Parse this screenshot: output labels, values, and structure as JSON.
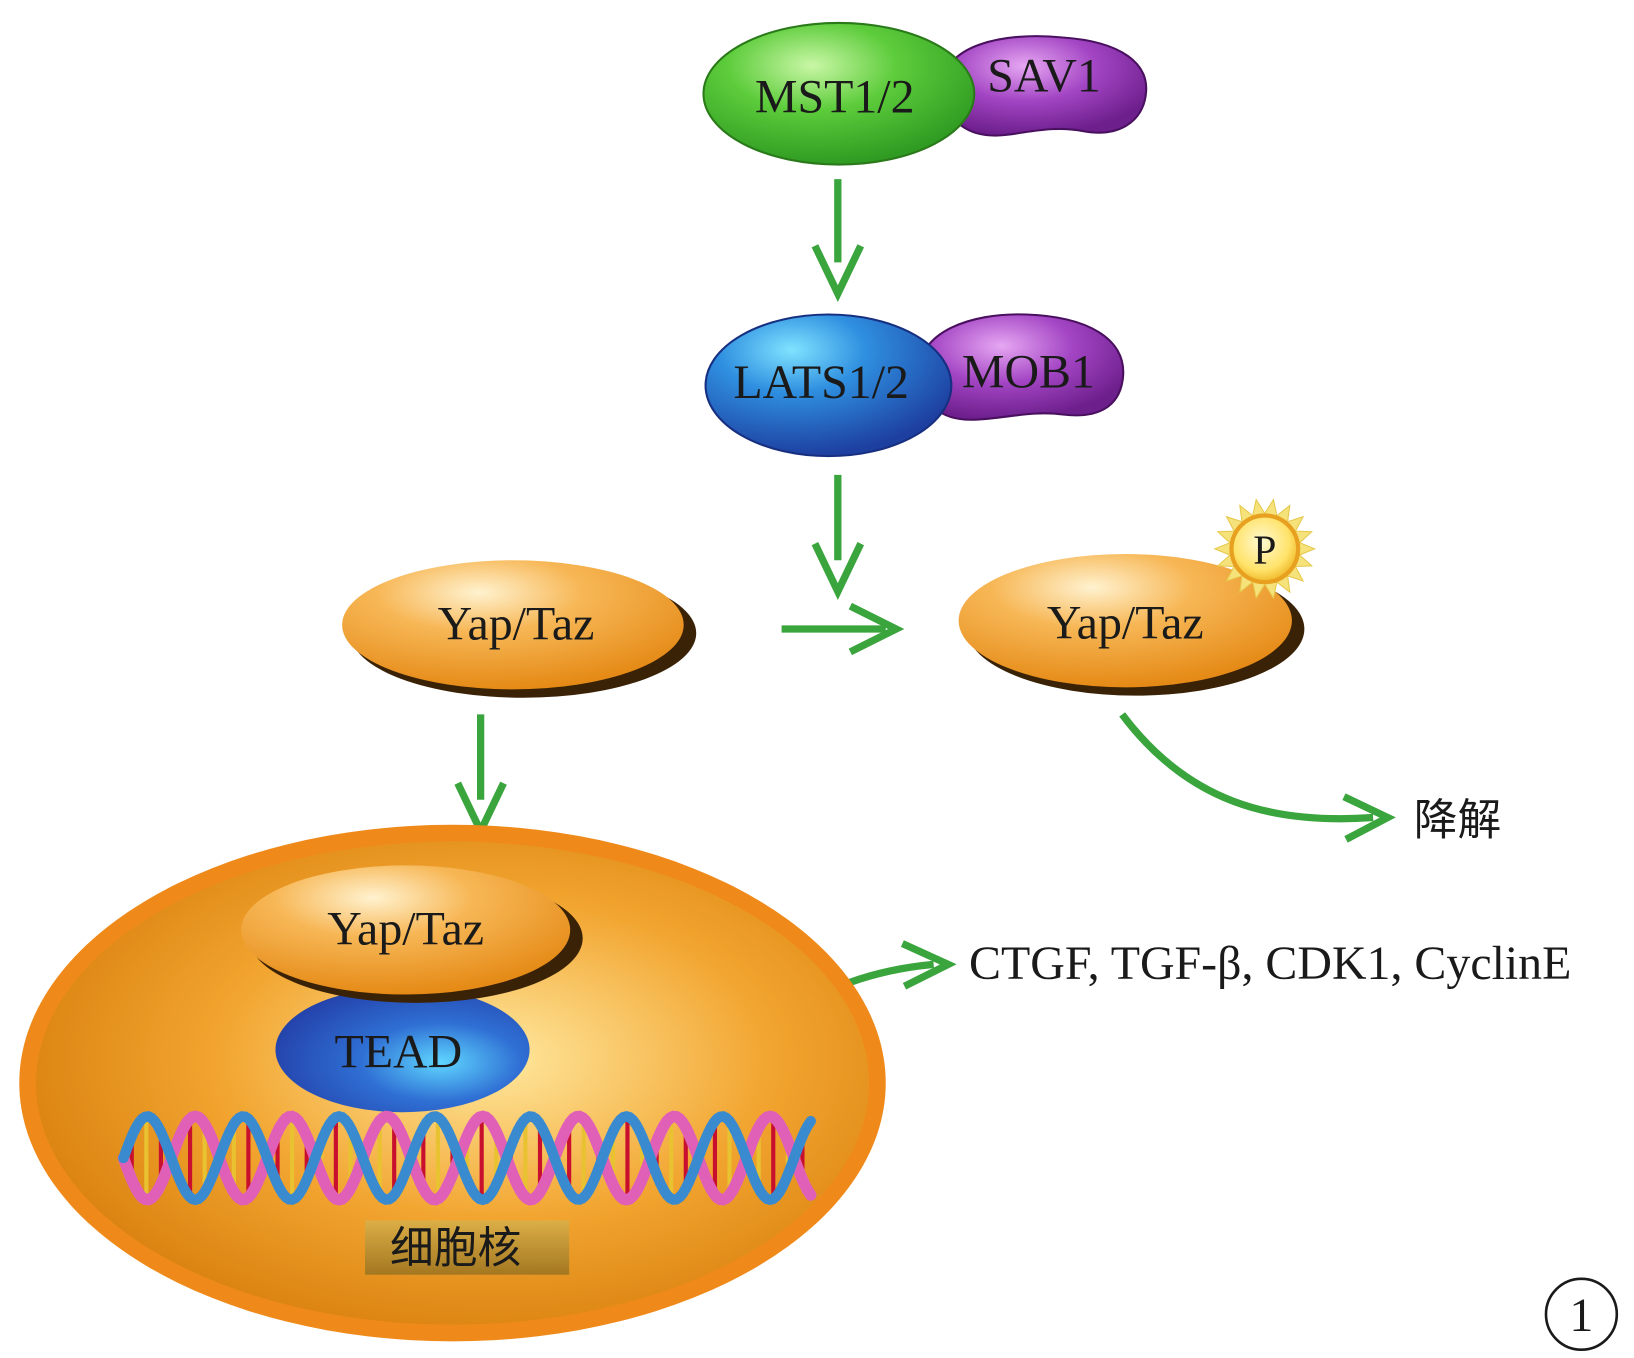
{
  "diagram": {
    "colors": {
      "arrow": "#3aa43d",
      "mst": "#55c83a",
      "sav": "#a044c0",
      "lats": "#2a62c8",
      "mob": "#a044c0",
      "yap": "#f2a332",
      "nucleus": "#f59a24",
      "tead": "#2d55c2",
      "phospho": "#ffe36a"
    },
    "nodes": {
      "mst": {
        "label": "MST1/2"
      },
      "sav": {
        "label": "SAV1"
      },
      "lats": {
        "label": "LATS1/2"
      },
      "mob": {
        "label": "MOB1"
      },
      "yap_cyto": {
        "label": "Yap/Taz"
      },
      "yap_phos": {
        "label": "Yap/Taz"
      },
      "phospho": {
        "label": "P"
      },
      "degradation": {
        "label": "降解"
      },
      "yap_nuc": {
        "label": "Yap/Taz"
      },
      "tead": {
        "label": "TEAD"
      },
      "nucleus": {
        "label": "细胞核"
      },
      "targets": {
        "label": "CTGF, TGF-β, CDK1, CyclinE"
      }
    },
    "panel_number": "1"
  }
}
